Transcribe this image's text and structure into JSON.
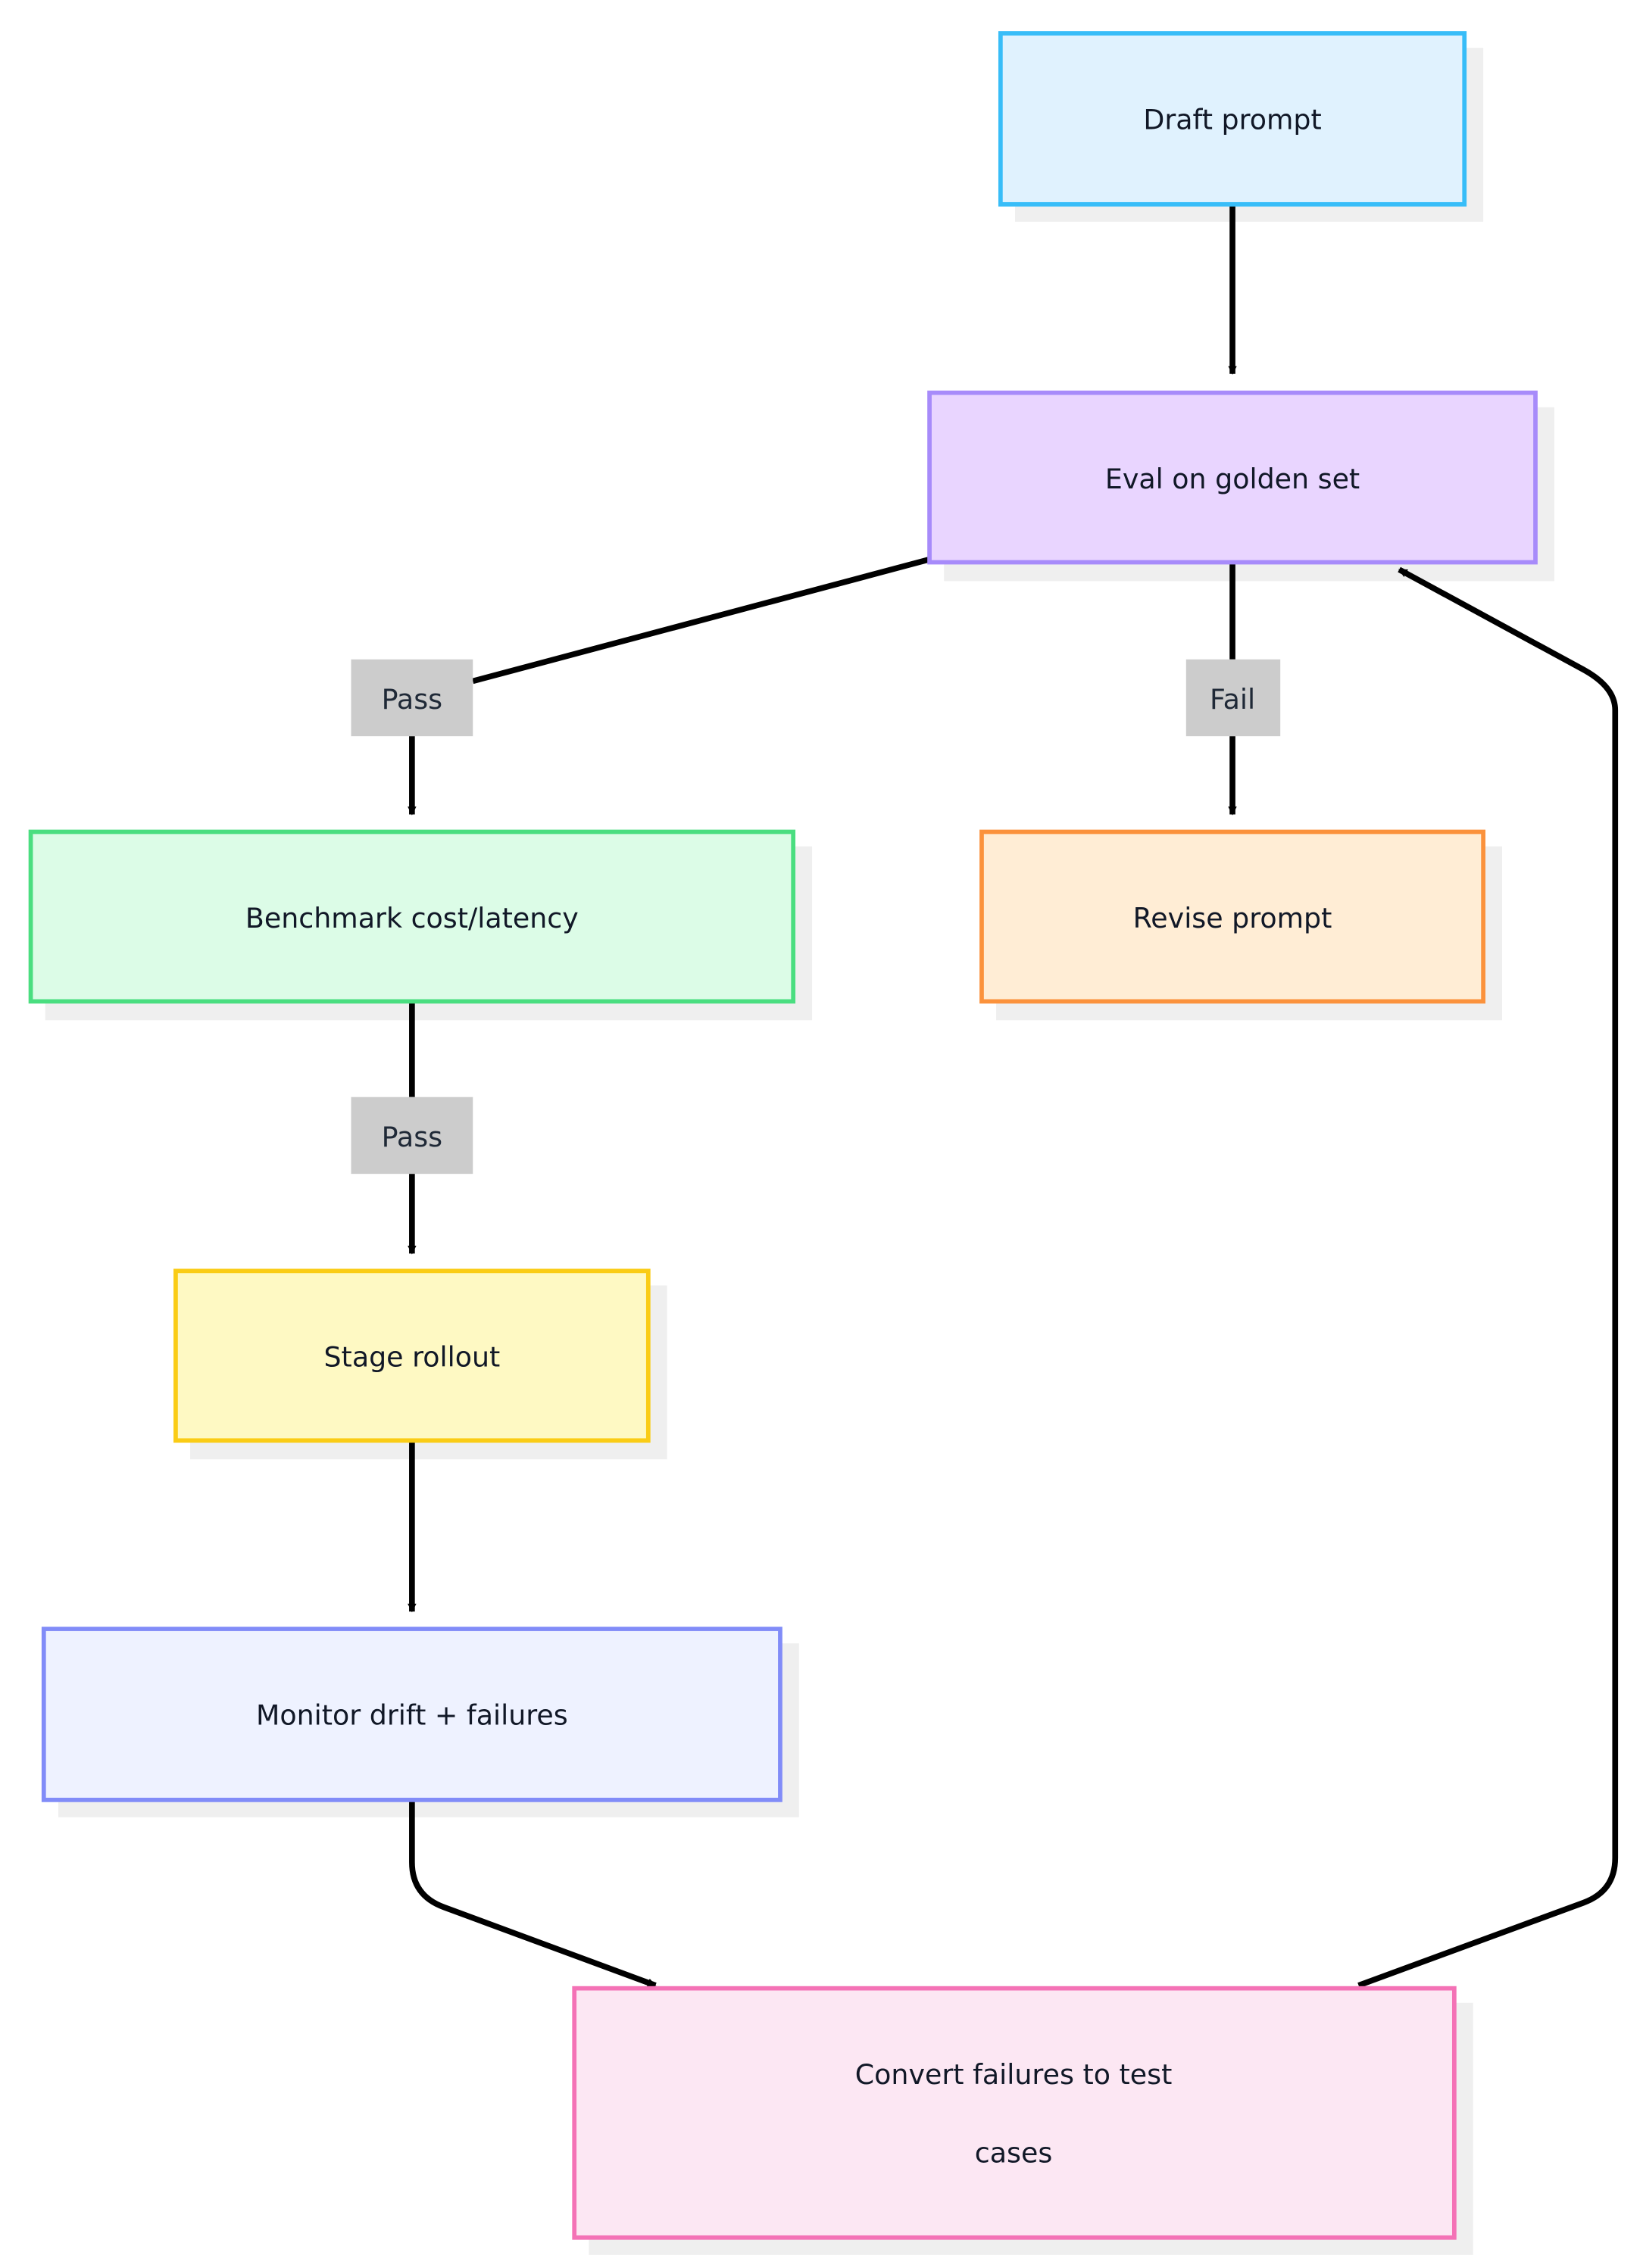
{
  "diagram": {
    "type": "flowchart",
    "nodes": [
      {
        "id": "draft",
        "label": "Draft prompt",
        "fill": "#e0f2fe",
        "stroke": "#38bdf8"
      },
      {
        "id": "eval",
        "label": "Eval on golden set",
        "fill": "#e9d5ff",
        "stroke": "#a78bfa"
      },
      {
        "id": "bench",
        "label": "Benchmark cost/latency",
        "fill": "#dcfce7",
        "stroke": "#4ade80"
      },
      {
        "id": "revise",
        "label": "Revise prompt",
        "fill": "#ffedd5",
        "stroke": "#fb923c"
      },
      {
        "id": "stage",
        "label": "Stage rollout",
        "fill": "#fef9c3",
        "stroke": "#facc15"
      },
      {
        "id": "monitor",
        "label": "Monitor drift + failures",
        "fill": "#eef2ff",
        "stroke": "#818cf8"
      },
      {
        "id": "convert",
        "label_lines": [
          "Convert failures to test",
          "cases"
        ],
        "fill": "#fce7f3",
        "stroke": "#f472b6"
      }
    ],
    "edges": [
      {
        "from": "draft",
        "to": "eval",
        "label": ""
      },
      {
        "from": "eval",
        "to": "bench",
        "label": "Pass"
      },
      {
        "from": "eval",
        "to": "revise",
        "label": "Fail"
      },
      {
        "from": "bench",
        "to": "stage",
        "label": "Pass"
      },
      {
        "from": "stage",
        "to": "monitor",
        "label": ""
      },
      {
        "from": "monitor",
        "to": "convert",
        "label": ""
      },
      {
        "from": "convert",
        "to": "eval",
        "label": ""
      }
    ],
    "edge_label_bg": "#cccccc",
    "shadow_color": "#efefef"
  }
}
